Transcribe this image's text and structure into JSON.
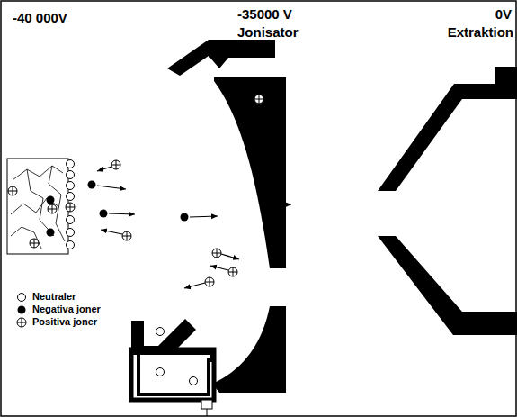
{
  "diagram": {
    "labels": [
      "-40 000V",
      "-35000 V",
      "Jonisator",
      "0V",
      "Extraktion"
    ],
    "legend": [
      {
        "text": "Neutraler"
      },
      {
        "text": "Negativa joner"
      },
      {
        "text": "Positiva joner"
      }
    ]
  }
}
